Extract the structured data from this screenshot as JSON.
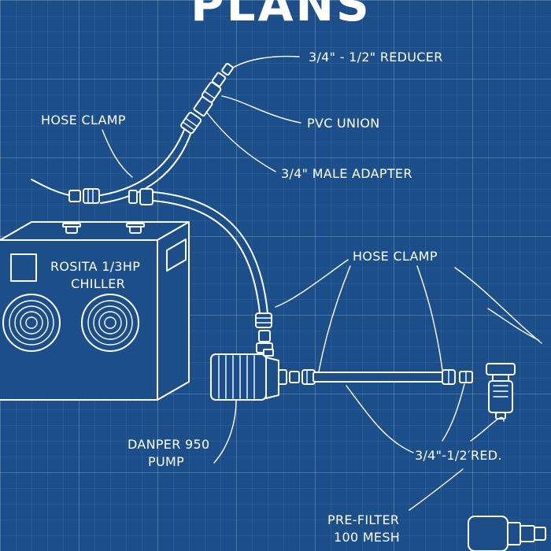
{
  "title": "PLANS",
  "labels": {
    "reducer_top": "3/4\" - 1/2\" REDUCER",
    "hose_clamp_top": "HOSE CLAMP",
    "pvc_union": "PVC UNION",
    "male_adapter": "3/4\" MALE ADAPTER",
    "hose_clamp_mid": "HOSE CLAMP",
    "chiller_line1": "ROSITA 1/3HP",
    "chiller_line2": "CHILLER",
    "pump_line1": "DANPER 950",
    "pump_line2": "PUMP",
    "reducer_bottom": "3/4\"-1/2′RED.",
    "prefilter_line1": "PRE-FILTER",
    "prefilter_line2": "100 MESH"
  }
}
